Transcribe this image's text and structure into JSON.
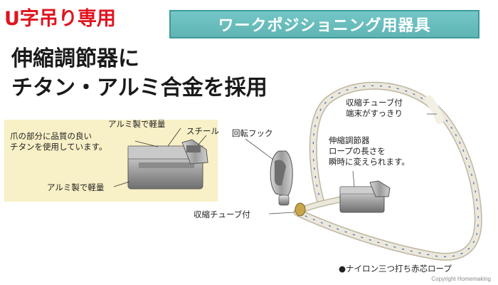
{
  "badge": "U字吊り専用",
  "banner": "ワークポジショニング用器具",
  "headline": {
    "line1": "伸縮調節器に",
    "line2": "チタン・アルミ合金を採用"
  },
  "inset": {
    "claw_note_line1": "爪の部分に品質の良い",
    "claw_note_line2": "チタンを使用しています。",
    "aluminum_top": "アルミ製で軽量",
    "steel": "スチール",
    "aluminum_bottom": "アルミ製で軽量"
  },
  "labels": {
    "swivel_hook": "回転フック",
    "tube_end_line1": "収縮チューブ付",
    "tube_end_line2": "端末がすっきり",
    "adjuster_line1": "伸縮調節器",
    "adjuster_line2": "ロープの長さを",
    "adjuster_line3": "瞬時に変えられます。",
    "tube_hook": "収縮チューブ付",
    "rope": "●ナイロン三つ打ち赤芯ロープ"
  },
  "copyright": "Copyright Homemaking",
  "colors": {
    "badge_red": "#e0141e",
    "banner_teal": "#5fb4b4",
    "inset_cream": "#f8f0c6",
    "rope": "#e8e4d6",
    "metal": "#a9a9a9"
  }
}
